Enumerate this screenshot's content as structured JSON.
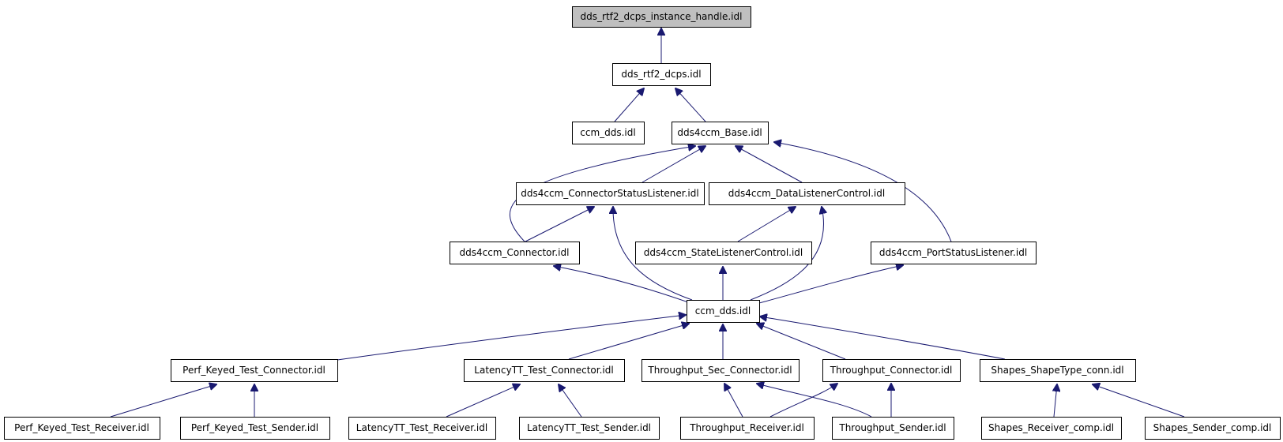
{
  "colors": {
    "root_fill": "#bfbfbf",
    "node_fill": "#ffffff",
    "node_border": "#000000",
    "edge": "#191970"
  },
  "nodes": [
    {
      "id": "n0",
      "label": "dds_rtf2_dcps_instance_handle.idl",
      "root": true
    },
    {
      "id": "n1",
      "label": "dds_rtf2_dcps.idl"
    },
    {
      "id": "n2",
      "label": "ccm_dds.idl"
    },
    {
      "id": "n3",
      "label": "dds4ccm_Base.idl"
    },
    {
      "id": "n4",
      "label": "dds4ccm_ConnectorStatusListener.idl"
    },
    {
      "id": "n5",
      "label": "dds4ccm_DataListenerControl.idl"
    },
    {
      "id": "n6",
      "label": "dds4ccm_Connector.idl"
    },
    {
      "id": "n7",
      "label": "dds4ccm_StateListenerControl.idl"
    },
    {
      "id": "n8",
      "label": "dds4ccm_PortStatusListener.idl"
    },
    {
      "id": "n9",
      "label": "ccm_dds.idl"
    },
    {
      "id": "n10",
      "label": "Perf_Keyed_Test_Connector.idl"
    },
    {
      "id": "n11",
      "label": "LatencyTT_Test_Connector.idl"
    },
    {
      "id": "n12",
      "label": "Throughput_Sec_Connector.idl"
    },
    {
      "id": "n13",
      "label": "Throughput_Connector.idl"
    },
    {
      "id": "n14",
      "label": "Shapes_ShapeType_conn.idl"
    },
    {
      "id": "n15",
      "label": "Perf_Keyed_Test_Receiver.idl"
    },
    {
      "id": "n16",
      "label": "Perf_Keyed_Test_Sender.idl"
    },
    {
      "id": "n17",
      "label": "LatencyTT_Test_Receiver.idl"
    },
    {
      "id": "n18",
      "label": "LatencyTT_Test_Sender.idl"
    },
    {
      "id": "n19",
      "label": "Throughput_Receiver.idl"
    },
    {
      "id": "n20",
      "label": "Throughput_Sender.idl"
    },
    {
      "id": "n21",
      "label": "Shapes_Receiver_comp.idl"
    },
    {
      "id": "n22",
      "label": "Shapes_Sender_comp.idl"
    }
  ],
  "edges": [
    {
      "from": "n1",
      "to": "n0"
    },
    {
      "from": "n2",
      "to": "n1"
    },
    {
      "from": "n3",
      "to": "n1"
    },
    {
      "from": "n4",
      "to": "n3"
    },
    {
      "from": "n5",
      "to": "n3"
    },
    {
      "from": "n6",
      "to": "n3"
    },
    {
      "from": "n8",
      "to": "n3"
    },
    {
      "from": "n6",
      "to": "n4"
    },
    {
      "from": "n9",
      "to": "n4"
    },
    {
      "from": "n7",
      "to": "n5"
    },
    {
      "from": "n9",
      "to": "n5"
    },
    {
      "from": "n9",
      "to": "n6"
    },
    {
      "from": "n9",
      "to": "n7"
    },
    {
      "from": "n9",
      "to": "n8"
    },
    {
      "from": "n10",
      "to": "n9"
    },
    {
      "from": "n11",
      "to": "n9"
    },
    {
      "from": "n12",
      "to": "n9"
    },
    {
      "from": "n13",
      "to": "n9"
    },
    {
      "from": "n14",
      "to": "n9"
    },
    {
      "from": "n15",
      "to": "n10"
    },
    {
      "from": "n16",
      "to": "n10"
    },
    {
      "from": "n17",
      "to": "n11"
    },
    {
      "from": "n18",
      "to": "n11"
    },
    {
      "from": "n19",
      "to": "n12"
    },
    {
      "from": "n20",
      "to": "n12"
    },
    {
      "from": "n19",
      "to": "n13"
    },
    {
      "from": "n20",
      "to": "n13"
    },
    {
      "from": "n21",
      "to": "n14"
    },
    {
      "from": "n22",
      "to": "n14"
    }
  ]
}
